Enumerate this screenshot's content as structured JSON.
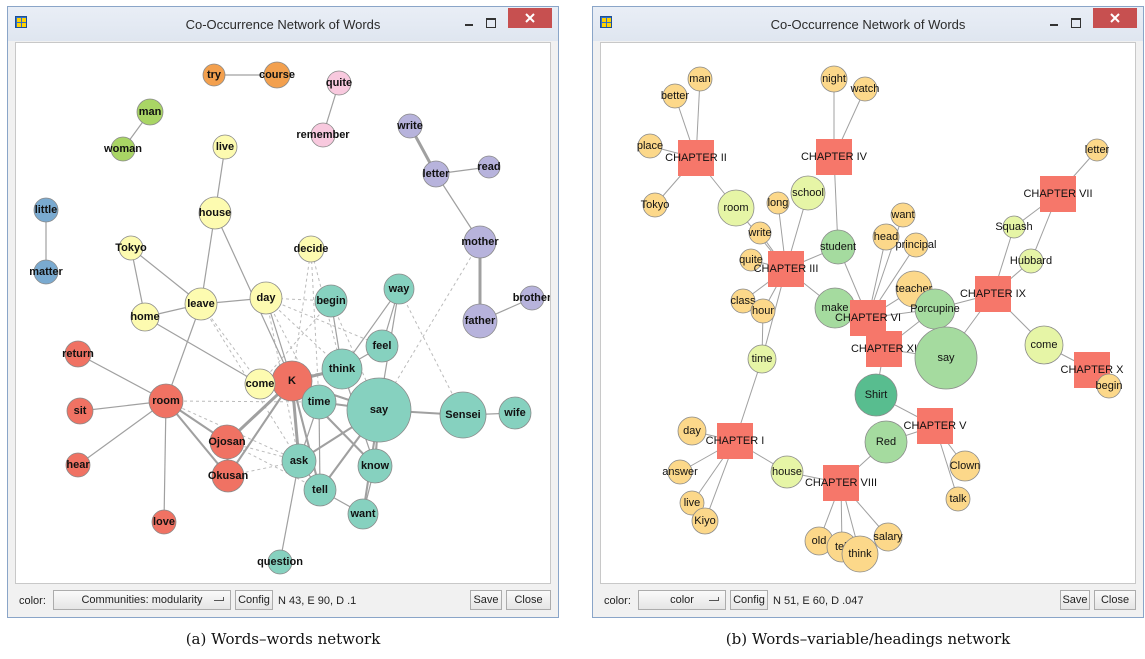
{
  "windows": [
    {
      "title": "Co-Occurrence Network of Words",
      "color_label": "color:",
      "color_value": "Communities: modularity",
      "config_label": "Config",
      "stats": "N 43, E 90, D .1",
      "save_label": "Save",
      "close_label": "Close",
      "caption": "(a) Words–words network",
      "nodes": [
        "try",
        "course",
        "quite",
        "remember",
        "man",
        "woman",
        "live",
        "write",
        "letter",
        "read",
        "little",
        "house",
        "matter",
        "mother",
        "Tokyo",
        "decide",
        "leave",
        "day",
        "way",
        "begin",
        "brother",
        "home",
        "father",
        "feel",
        "return",
        "think",
        "K",
        "come",
        "time",
        "say",
        "room",
        "Sensei",
        "wife",
        "sit",
        "Ojosan",
        "ask",
        "know",
        "hear",
        "Okusan",
        "tell",
        "want",
        "love",
        "question"
      ]
    },
    {
      "title": "Co-Occurrence Network of Words",
      "color_label": "color:",
      "color_value": "color",
      "config_label": "Config",
      "stats": "N 51, E 60, D .047",
      "save_label": "Save",
      "close_label": "Close",
      "caption": "(b) Words–variable/headings network",
      "nodes": [
        "man",
        "better",
        "night",
        "watch",
        "place",
        "CHAPTER II",
        "CHAPTER IV",
        "letter",
        "Tokyo",
        "school",
        "long",
        "room",
        "CHAPTER VII",
        "want",
        "head",
        "principal",
        "write",
        "student",
        "Squash",
        "quite",
        "CHAPTER III",
        "Hubbard",
        "teacher",
        "class",
        "hour",
        "make",
        "Porcupine",
        "CHAPTER IX",
        "CHAPTER VI",
        "CHAPTER XI",
        "come",
        "time",
        "say",
        "CHAPTER X",
        "begin",
        "Shirt",
        "day",
        "CHAPTER V",
        "Red",
        "CHAPTER I",
        "answer",
        "house",
        "Clown",
        "CHAPTER VIII",
        "live",
        "talk",
        "Kiyo",
        "old",
        "salary",
        "tell",
        "think"
      ]
    }
  ],
  "colors": {
    "orange": "#f3a04e",
    "pink": "#f8c9de",
    "green": "#a9d565",
    "yellow": "#fdfbb0",
    "purple": "#b7b3dc",
    "blue": "#7aaad0",
    "red": "#f07263",
    "teal": "#86d1bf",
    "light_orange": "#fcd88a",
    "light_green": "#a5db9f",
    "yellow_green": "#e6f5a6",
    "dark_green": "#58bd8f",
    "chapter_red": "#f6776a",
    "edge": "#a0a0a0",
    "close_red": "#c75050"
  }
}
